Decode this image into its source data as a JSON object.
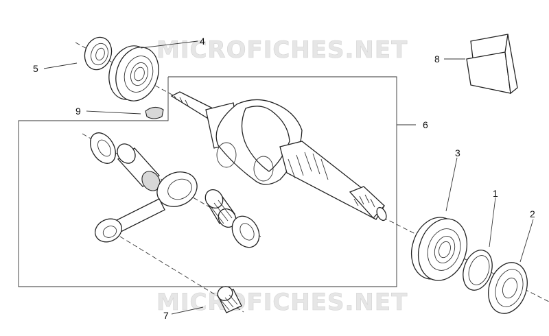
{
  "watermark": {
    "top": "MICROFICHES.NET",
    "bottom": "MICROFICHES.NET"
  },
  "callouts": {
    "c1": "1",
    "c2": "2",
    "c3": "3",
    "c4": "4",
    "c5": "5",
    "c6": "6",
    "c7": "7",
    "c8": "8",
    "c9": "9"
  }
}
